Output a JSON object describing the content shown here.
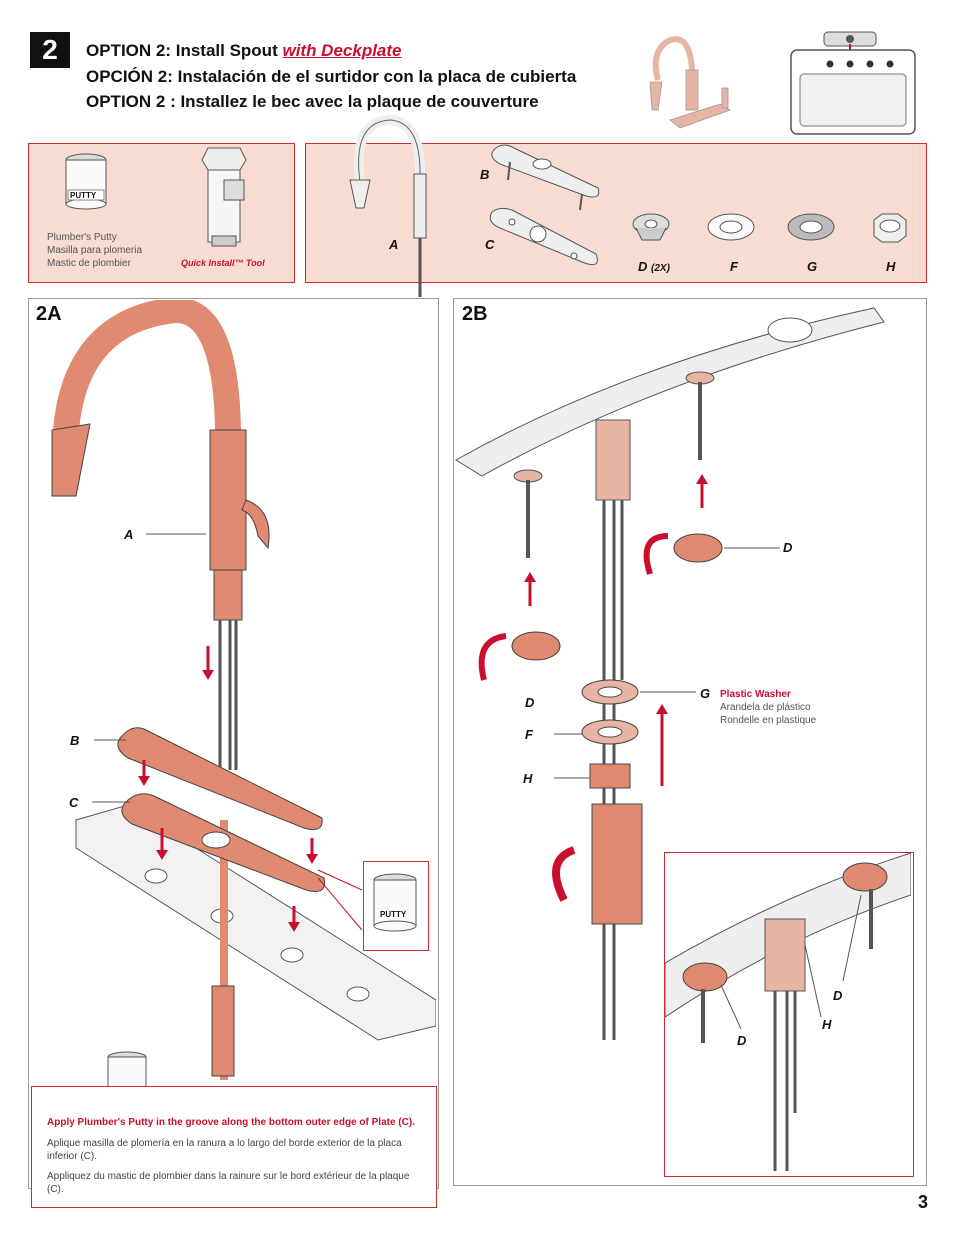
{
  "step": "2",
  "titles": {
    "en_prefix": "OPTION 2:  Install Spout ",
    "en_emphasis": "with Deckplate",
    "es": "OPCIÓN 2:  Instalación de el surtidor con la placa de cubierta",
    "fr": "OPTION 2 : Installez le bec avec la plaque de couverture"
  },
  "tools": {
    "putty_label": "PUTTY",
    "putty_en": "Plumber's Putty",
    "putty_es": "Masilla para plomeria",
    "putty_fr": "Mastic de plombier",
    "quick_install": "Quick Install™ Tool"
  },
  "parts": {
    "A": "A",
    "B": "B",
    "C": "C",
    "D": "D",
    "D_qty": "(2X)",
    "F": "F",
    "G": "G",
    "H": "H"
  },
  "section_a": {
    "title": "2A",
    "labels": {
      "A": "A",
      "B": "B",
      "C": "C"
    },
    "putty_label": "PUTTY",
    "note_en": "Apply Plumber's Putty in the groove along the bottom outer edge of Plate (C).",
    "note_es": "Aplique masilla de plomería en la ranura a lo largo del borde exterior de la placa inferior (C).",
    "note_fr": "Appliquez du mastic de plombier dans la rainure sur le bord extérieur de la plaque (C)."
  },
  "section_b": {
    "title": "2B",
    "labels": {
      "D1": "D",
      "D2": "D",
      "G": "G",
      "F": "F",
      "H": "H",
      "D3": "D",
      "H2": "H",
      "D4": "D"
    },
    "washer_en": "Plastic Washer",
    "washer_es": "Arandela de plástico",
    "washer_fr": "Rondelle en plastique"
  },
  "page_number": "3",
  "colors": {
    "accent": "#c8102e",
    "copper": "#e08a72",
    "pink_bg": "#f8dcd2"
  }
}
